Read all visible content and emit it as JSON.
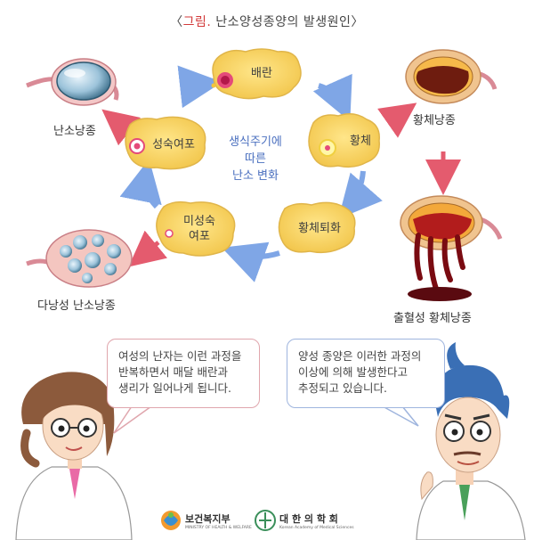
{
  "title": {
    "bracket_open": "〈",
    "prefix": "그림.",
    "text": "난소양성종양의 발생원인",
    "bracket_close": "〉"
  },
  "cycle": {
    "center": [
      "생식주기에",
      "따른",
      "난소 변화"
    ],
    "stages": {
      "ovulation": "배란",
      "corpus_luteum": "황체",
      "regression": "황체퇴화",
      "immature": [
        "미성숙",
        "여포"
      ],
      "mature": "성숙여포"
    }
  },
  "outcomes": {
    "simple_cyst": "난소낭종",
    "luteal_cyst": "황체낭종",
    "hemorrhagic": "출혈성 황체낭종",
    "polycystic": "다낭성 난소낭종"
  },
  "bubbles": {
    "left": [
      "여성의 난자는 이런 과정을",
      "반복하면서 매달 배란과",
      "생리가 일어나게 됩니다."
    ],
    "right": [
      "양성 종양은 이러한 과정의",
      "이상에 의해 발생한다고",
      "추정되고 있습니다."
    ]
  },
  "logos": {
    "ministry": "보건복지부",
    "ministry_sub": "MINISTRY OF HEALTH & WELFARE",
    "academy": "대 한 의 학 회",
    "academy_sub": "Korean Academy of Medical Sciences"
  },
  "colors": {
    "title_red": "#d23a3a",
    "follicle_yellow": "#f6d262",
    "arrow_blue": "#7fa6e6",
    "arrow_red": "#e45b6e",
    "center_text": "#4a6fbf"
  }
}
